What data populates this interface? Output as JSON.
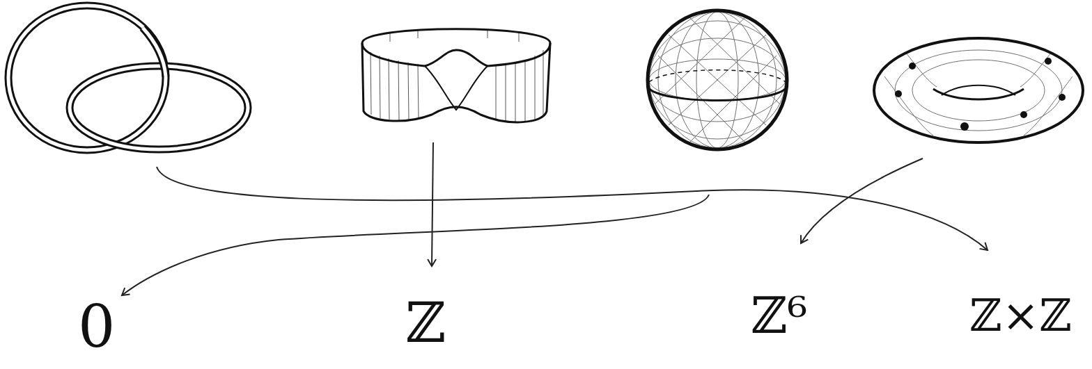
{
  "diagram": {
    "labels": [
      "0",
      "ℤ",
      "ℤ⁶",
      "ℤ×ℤ"
    ]
  }
}
